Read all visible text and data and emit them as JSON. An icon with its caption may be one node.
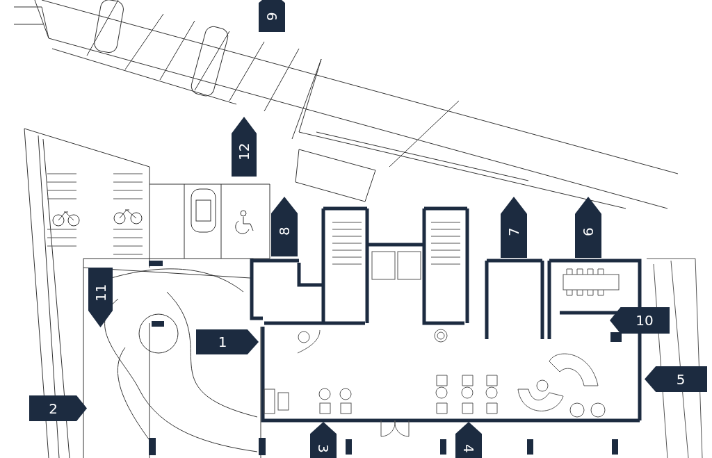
{
  "diagram": {
    "labels": [
      "9",
      "12",
      "8",
      "7",
      "6",
      "11",
      "10",
      "1",
      "5",
      "2",
      "3",
      "4"
    ]
  }
}
